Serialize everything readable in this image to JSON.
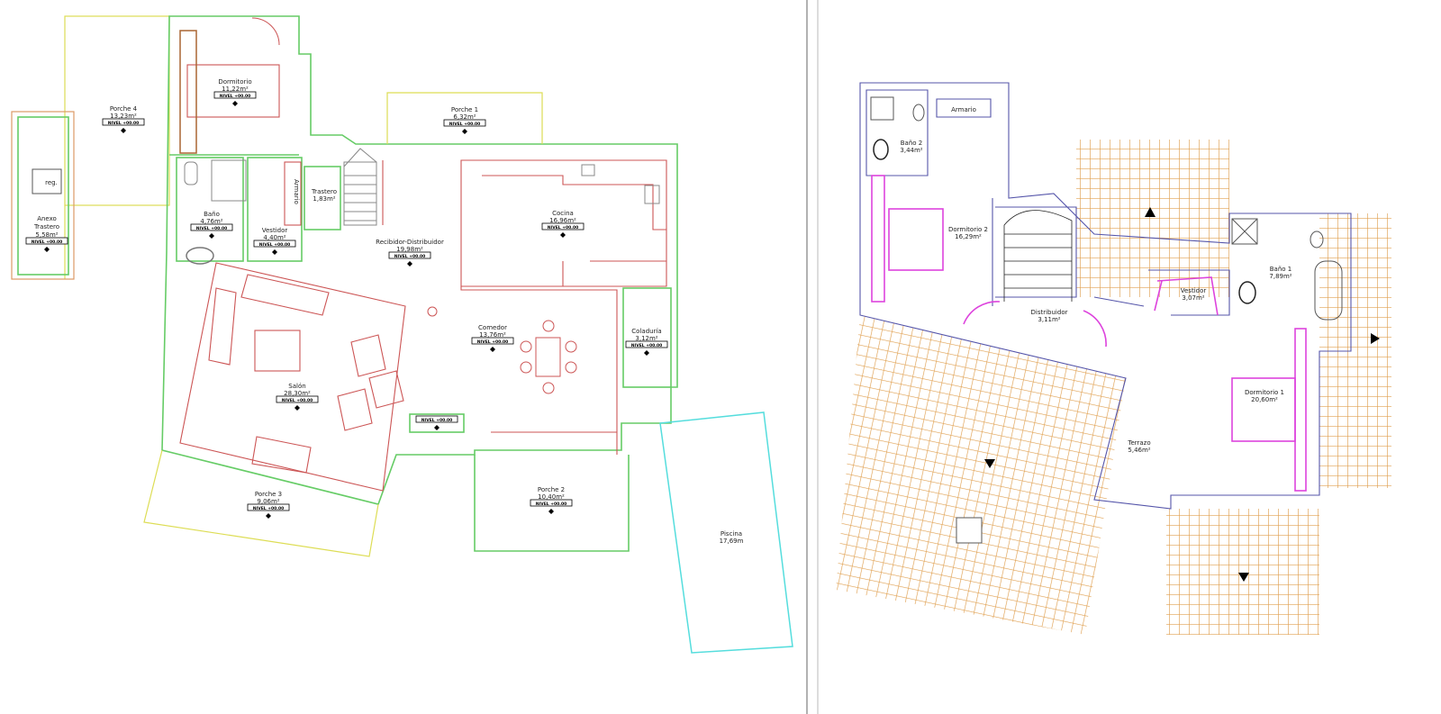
{
  "level_tag": "NIVEL +00.00",
  "colors": {
    "exterior_wall": "#66cc66",
    "interior_wall": "#cc5555",
    "porch": "#dddd55",
    "pool": "#55dddd",
    "upper_wall": "#5555aa",
    "upper_fixture": "#dd44dd",
    "roof_tile": "#e0a050"
  },
  "ground_floor": {
    "rooms": [
      {
        "name": "Porche 4",
        "area": "13,23m²"
      },
      {
        "name": "Anexo",
        "name2": "Trastero",
        "area": "5,58m²"
      },
      {
        "name": "reg."
      },
      {
        "name": "Dormitorio",
        "area": "11,22m²"
      },
      {
        "name": "Baño",
        "area": "4,76m²"
      },
      {
        "name": "Vestidor",
        "area": "4,40m²"
      },
      {
        "name": "Armario"
      },
      {
        "name": "Trastero",
        "area": "1,83m²"
      },
      {
        "name": "Porche 1",
        "area": "6,32m²"
      },
      {
        "name": "Cocina",
        "area": "16,96m²"
      },
      {
        "name": "Recibidor-Distribuidor",
        "area": "19,98m²"
      },
      {
        "name": "Comedor",
        "area": "13,76m²"
      },
      {
        "name": "Coladuría",
        "area": "3,12m²"
      },
      {
        "name": "Salón",
        "area": "28,30m²"
      },
      {
        "name": "Porche 3",
        "area": "9,06m²"
      },
      {
        "name": "Porche 2",
        "area": "10,40m²"
      },
      {
        "name": "Piscina",
        "area": "17,69m"
      }
    ]
  },
  "upper_floor": {
    "rooms": [
      {
        "name": "Armario"
      },
      {
        "name": "Baño 2",
        "area": "3,44m²"
      },
      {
        "name": "Dormitorio 2",
        "area": "16,29m²"
      },
      {
        "name": "Distribuidor",
        "area": "3,11m²"
      },
      {
        "name": "Vestidor",
        "area": "3,07m²"
      },
      {
        "name": "Baño 1",
        "area": "7,89m²"
      },
      {
        "name": "Dormitorio 1",
        "area": "20,60m²"
      },
      {
        "name": "Terrazo",
        "area": "5,46m²"
      }
    ]
  }
}
